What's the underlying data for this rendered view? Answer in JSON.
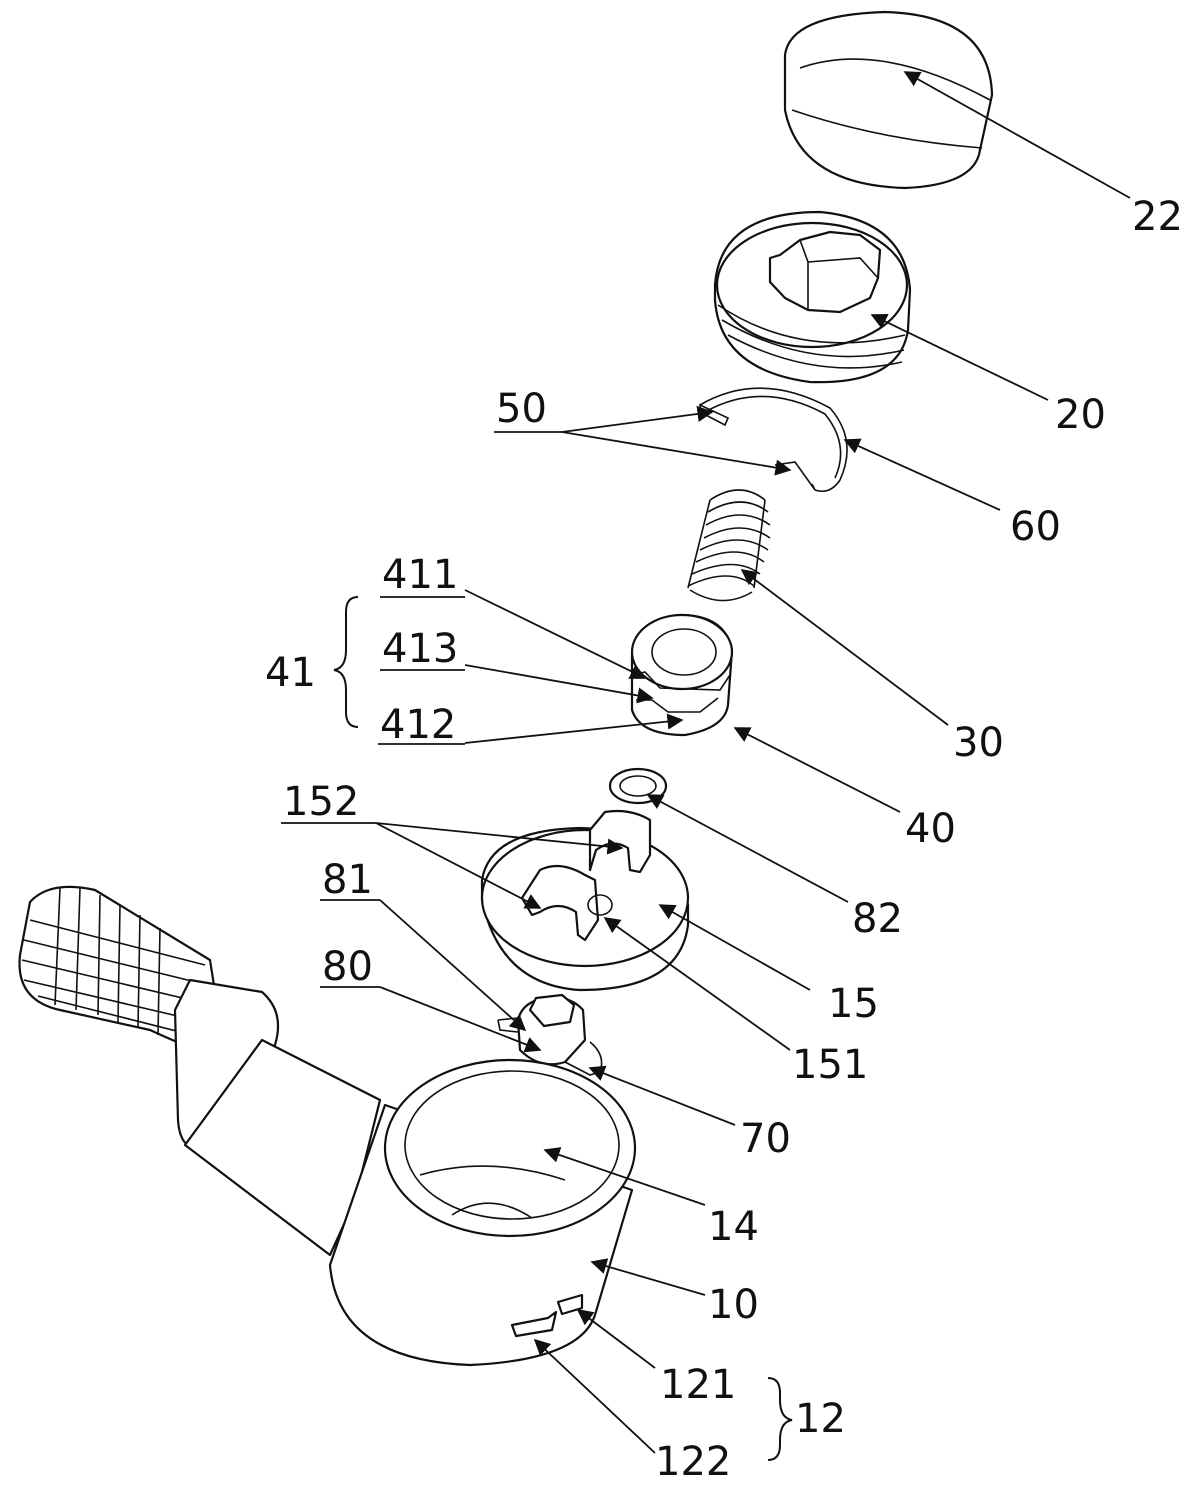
{
  "diagram": {
    "labels": {
      "l22": "22",
      "l20": "20",
      "l50": "50",
      "l60": "60",
      "l30": "30",
      "l411": "411",
      "l413": "413",
      "l41": "41",
      "l412": "412",
      "l40": "40",
      "l152": "152",
      "l82": "82",
      "l81": "81",
      "l15": "15",
      "l80": "80",
      "l151": "151",
      "l70": "70",
      "l14": "14",
      "l10": "10",
      "l121": "121",
      "l12": "12",
      "l122": "122"
    }
  }
}
